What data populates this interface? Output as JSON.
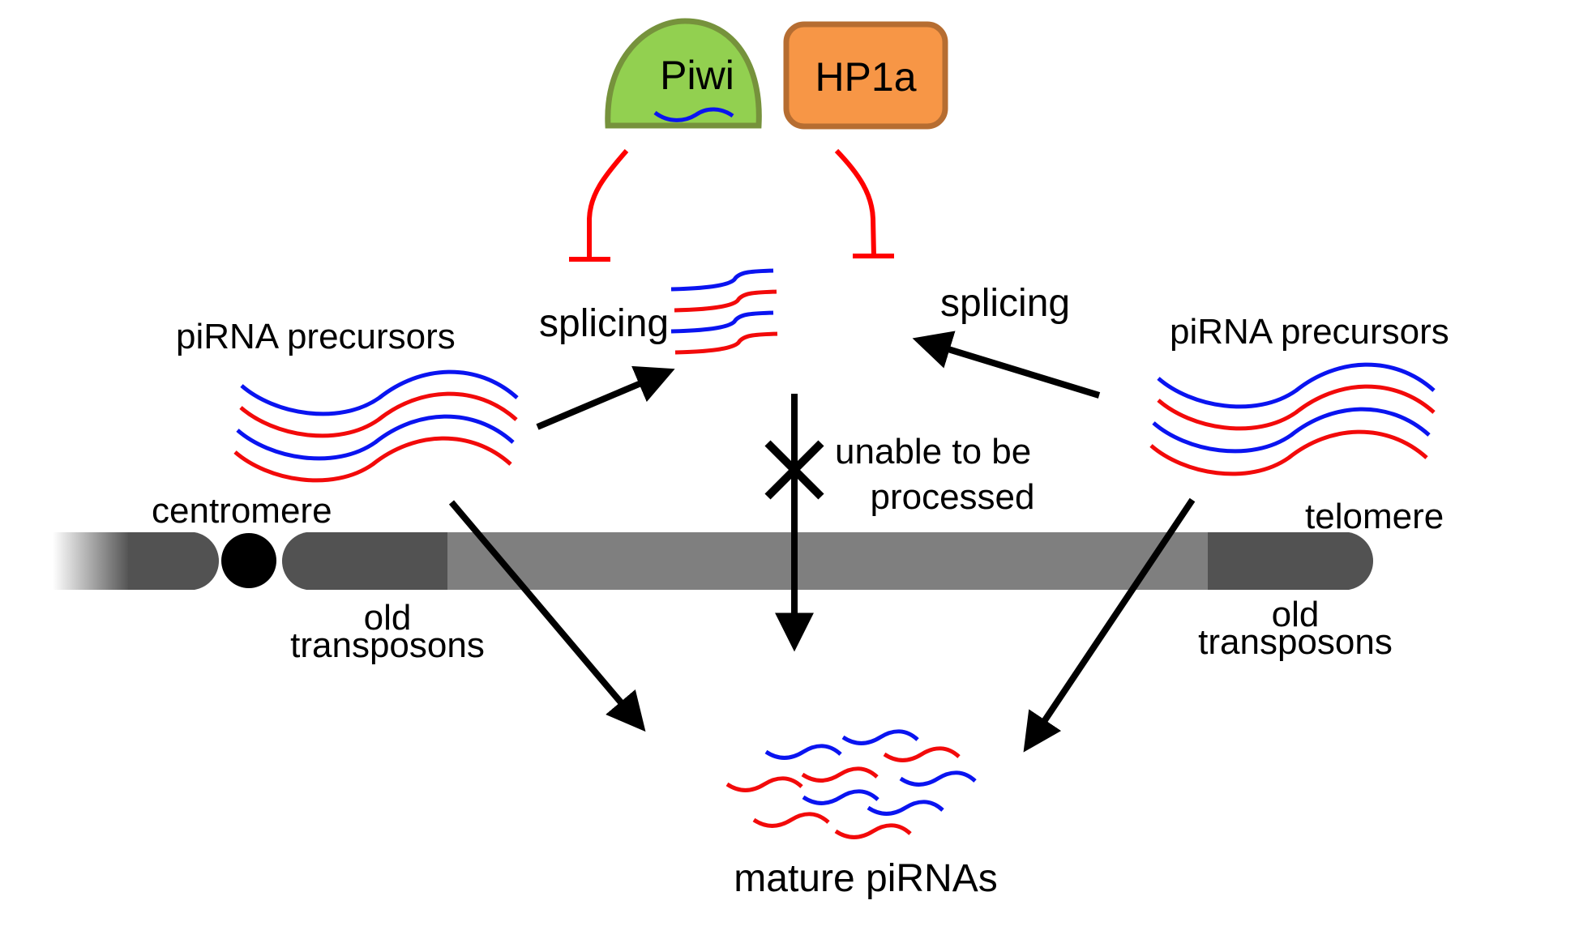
{
  "figure": {
    "proteins": {
      "piwi": {
        "label": "Piwi",
        "fill": "#92d050",
        "stroke": "#76923c"
      },
      "hp1a": {
        "label": "HP1a",
        "fill": "#f79646",
        "stroke": "#b66d31"
      }
    },
    "labels": {
      "splicing_left": "splicing",
      "splicing_right": "splicing",
      "precursors_left": "piRNA precursors",
      "precursors_right": "piRNA precursors",
      "centromere": "centromere",
      "telomere": "telomere",
      "old_left_line1": "old",
      "old_left_line2": "transposons",
      "old_right_line1": "old",
      "old_right_line2": "transposons",
      "unable_line1": "unable to be",
      "unable_line2": "processed",
      "mature": "mature piRNAs"
    },
    "colors": {
      "rna_blue": "#0a14f0",
      "rna_red": "#f20a0a",
      "inhibition": "#ff0000",
      "chromosome_dark": "#525252",
      "chromosome_light": "#7f7f7f",
      "centromere": "#000000"
    },
    "relations": [
      {
        "from": "Piwi-HP1a",
        "to": "splicing (left)",
        "type": "inhibits"
      },
      {
        "from": "Piwi-HP1a",
        "to": "splicing (right)",
        "type": "inhibits"
      },
      {
        "from": "piRNA precursors (centromere)",
        "to": "spliced transcripts",
        "type": "arrow"
      },
      {
        "from": "piRNA precursors (telomere)",
        "to": "spliced transcripts",
        "type": "arrow"
      },
      {
        "from": "spliced transcripts",
        "to": "mature piRNAs",
        "type": "blocked"
      },
      {
        "from": "piRNA precursors (centromere)",
        "to": "mature piRNAs",
        "type": "arrow"
      },
      {
        "from": "piRNA precursors (telomere)",
        "to": "mature piRNAs",
        "type": "arrow"
      }
    ]
  }
}
